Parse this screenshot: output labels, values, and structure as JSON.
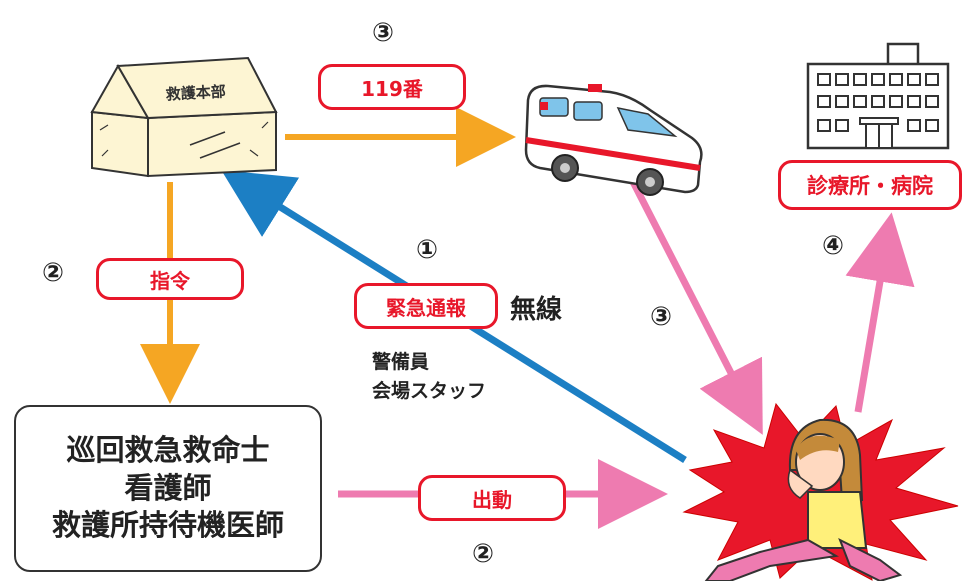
{
  "labels": {
    "hq": "救護本部",
    "call_119": "119番",
    "command": "指令",
    "emergency_call": "緊急通報",
    "radio": "無線",
    "guards": "警備員",
    "staff": "会場スタッフ",
    "dispatch": "出動",
    "clinic": "診療所・病院"
  },
  "responders": [
    "巡回救急救命士",
    "看護師",
    "救護所持待機医師"
  ],
  "steps": {
    "s1": "①",
    "s2_left": "②",
    "s2_bottom": "②",
    "s3_top": "③",
    "s3_right": "③",
    "s4": "④"
  },
  "colors": {
    "orange": "#f5a623",
    "blue": "#1c7fc4",
    "pink": "#ee7bb0",
    "red": "#e8172a",
    "box_beige": "#fdf5d3"
  }
}
